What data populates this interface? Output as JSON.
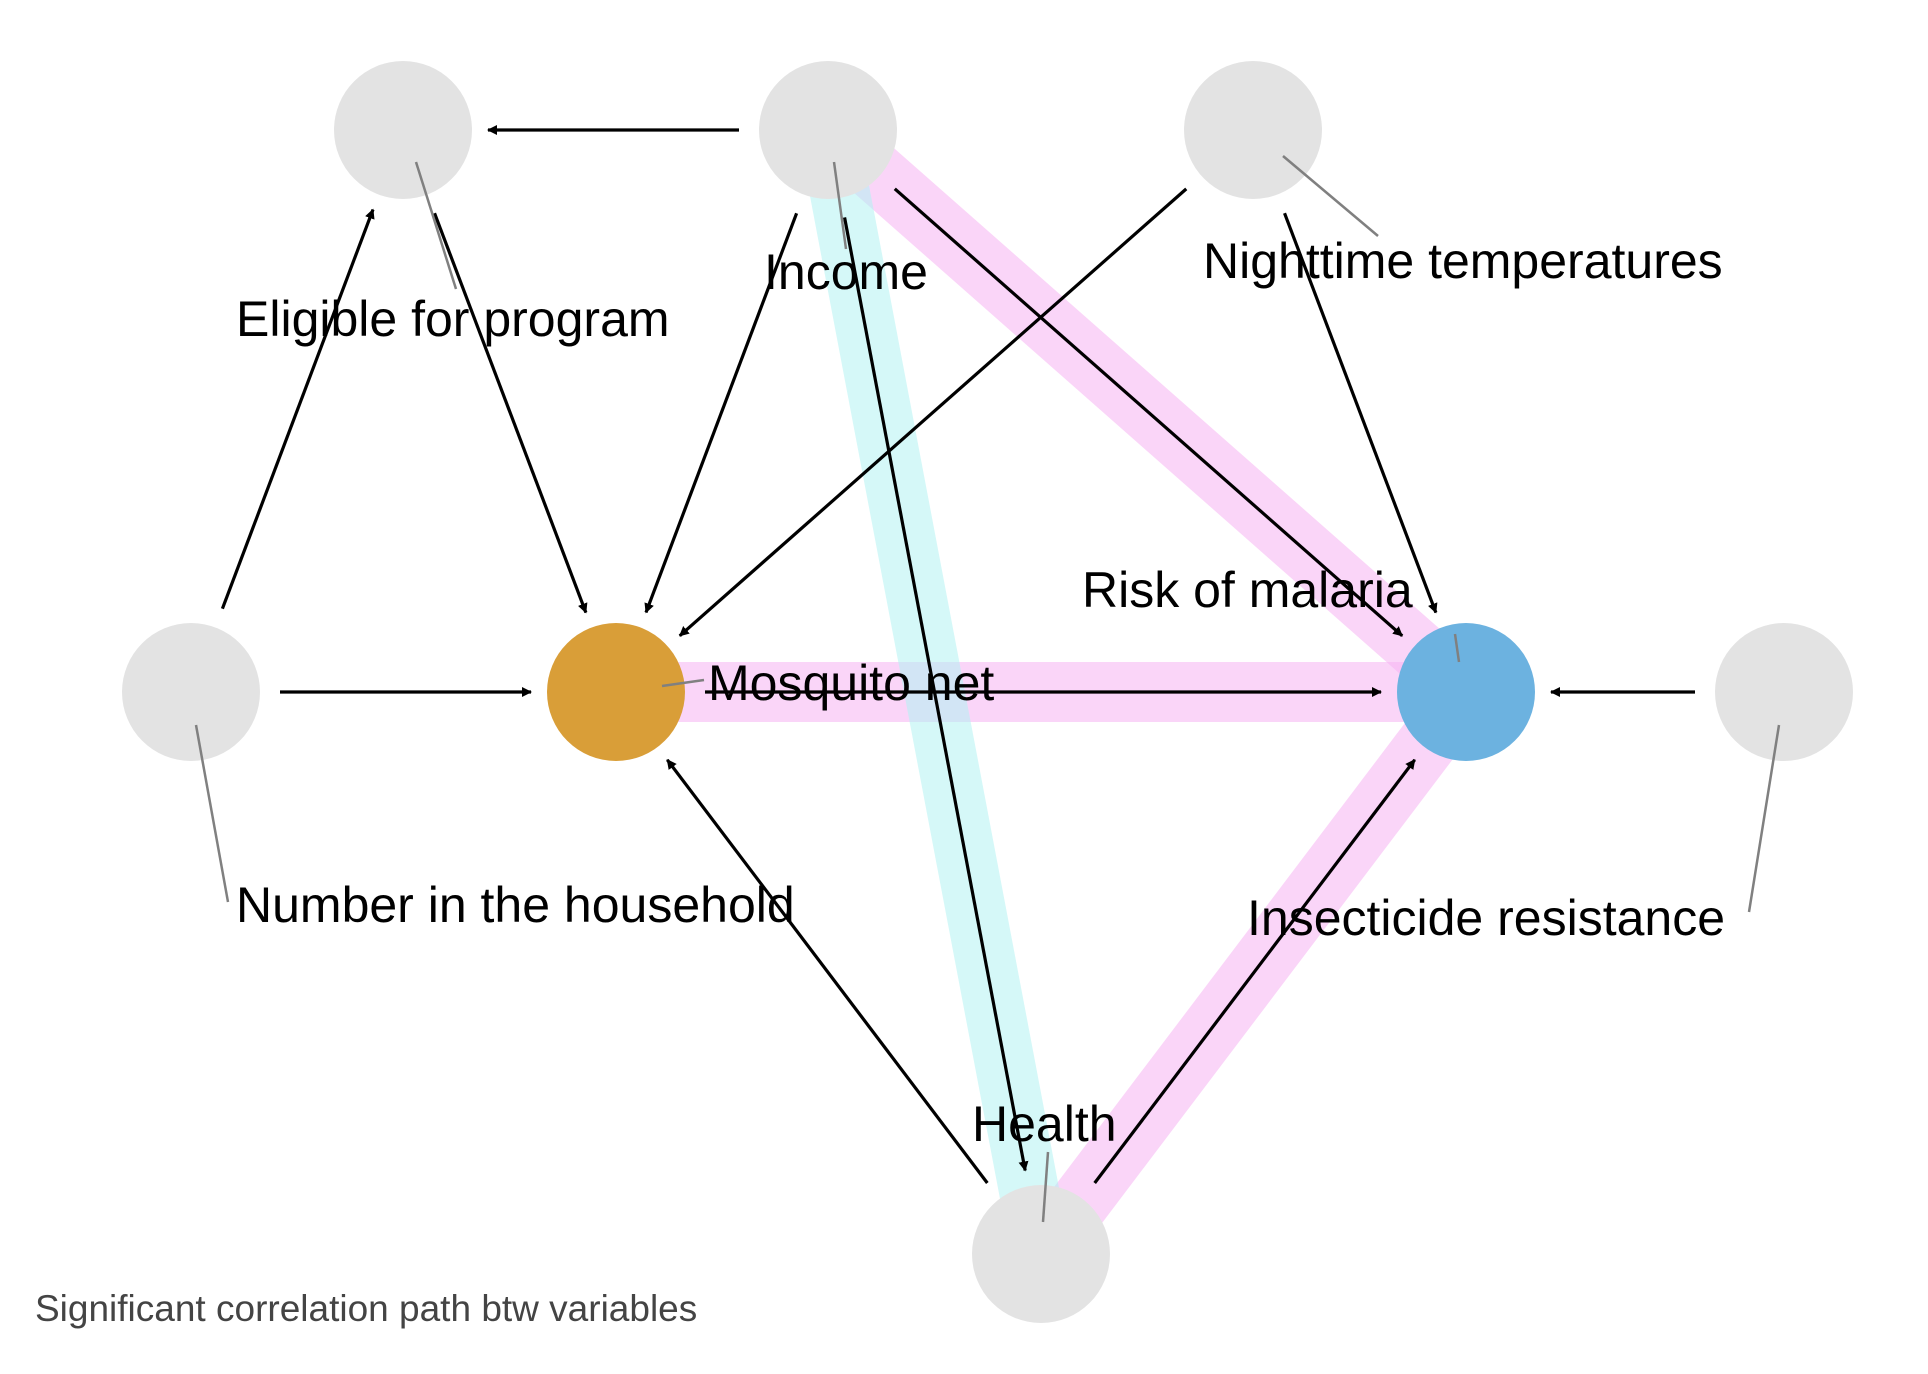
{
  "diagram": {
    "colors": {
      "node_default": "#e3e3e3",
      "exposure": "#d99e38",
      "outcome": "#6cb2e0",
      "edge": "#000000",
      "leader": "#808080",
      "path_pink": "#f7b3f3",
      "path_cyan": "#b3f3f3"
    },
    "nodes": [
      {
        "id": "eligible",
        "label": "Eligible for program",
        "role": "default"
      },
      {
        "id": "income",
        "label": "Income",
        "role": "default"
      },
      {
        "id": "nighttime",
        "label": "Nighttime temperatures",
        "role": "default"
      },
      {
        "id": "household",
        "label": "Number in the household",
        "role": "default"
      },
      {
        "id": "net",
        "label": "Mosquito net",
        "role": "exposure"
      },
      {
        "id": "malaria",
        "label": "Risk of malaria",
        "role": "outcome"
      },
      {
        "id": "resistance",
        "label": "Insecticide resistance",
        "role": "default"
      },
      {
        "id": "health",
        "label": "Health",
        "role": "default"
      }
    ],
    "edges": [
      {
        "from": "income",
        "to": "eligible"
      },
      {
        "from": "household",
        "to": "eligible"
      },
      {
        "from": "eligible",
        "to": "net"
      },
      {
        "from": "income",
        "to": "net"
      },
      {
        "from": "nighttime",
        "to": "net"
      },
      {
        "from": "household",
        "to": "net"
      },
      {
        "from": "health",
        "to": "net"
      },
      {
        "from": "net",
        "to": "malaria"
      },
      {
        "from": "income",
        "to": "malaria"
      },
      {
        "from": "nighttime",
        "to": "malaria"
      },
      {
        "from": "resistance",
        "to": "malaria"
      },
      {
        "from": "income",
        "to": "health"
      },
      {
        "from": "health",
        "to": "malaria"
      }
    ],
    "highlighted_paths": [
      {
        "color": "path_pink",
        "from": "income",
        "to": "malaria"
      },
      {
        "color": "path_pink",
        "from": "net",
        "to": "malaria"
      },
      {
        "color": "path_pink",
        "from": "health",
        "to": "malaria"
      },
      {
        "color": "path_cyan",
        "from": "income",
        "to": "health"
      }
    ]
  },
  "caption": "Significant correlation path btw variables"
}
